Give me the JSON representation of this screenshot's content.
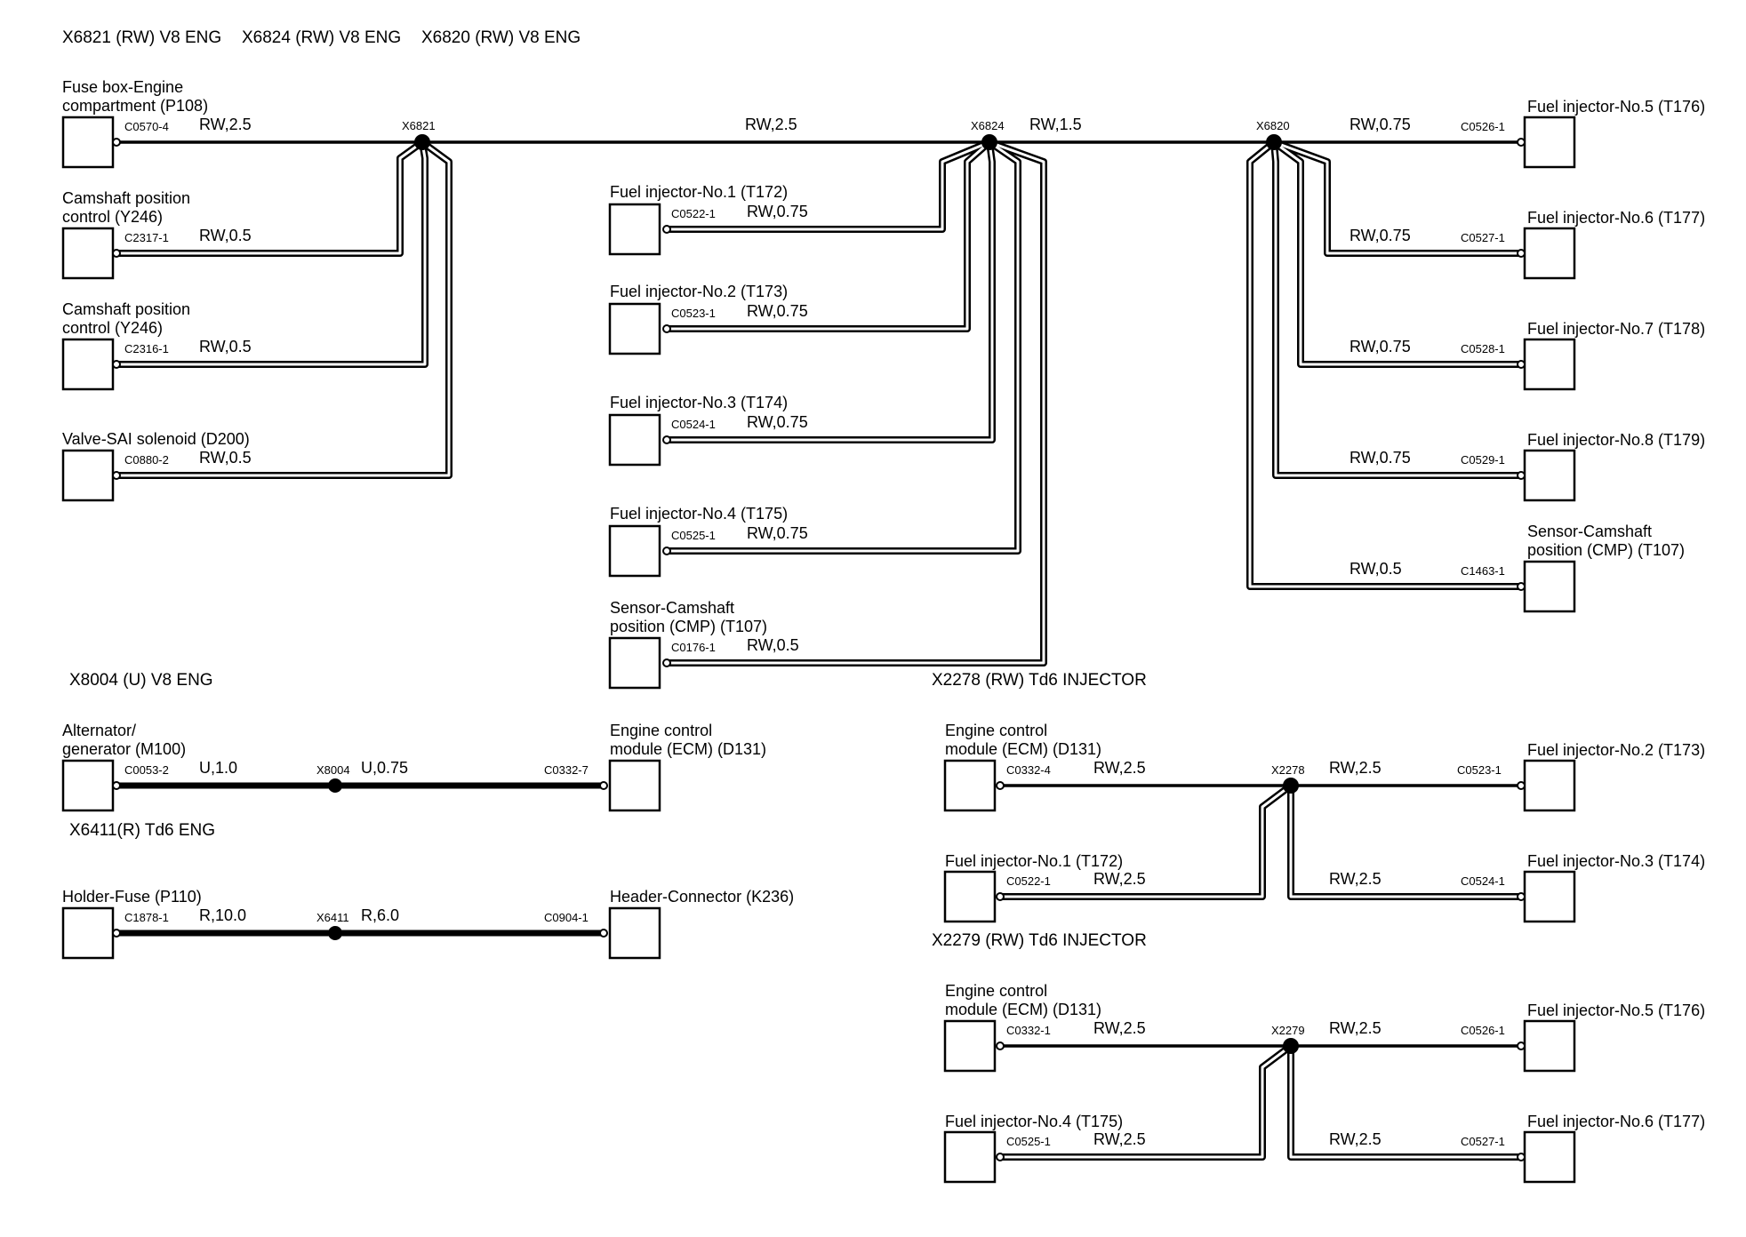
{
  "page": {
    "background": "#ffffff",
    "ink": "#000000"
  },
  "header": {
    "x6821": "X6821 (RW) V8 ENG",
    "x6824": "X6824 (RW) V8 ENG",
    "x6820": "X6820 (RW) V8 ENG"
  },
  "v8": {
    "fusebox": {
      "line1": "Fuse box-Engine",
      "line2": "compartment (P108)",
      "pin": "C0570-4",
      "wire": "RW,2.5"
    },
    "camY246a": {
      "line1": "Camshaft position",
      "line2": "control (Y246)",
      "pin": "C2317-1",
      "wire": "RW,0.5"
    },
    "camY246b": {
      "line1": "Camshaft position",
      "line2": "control (Y246)",
      "pin": "C2316-1",
      "wire": "RW,0.5"
    },
    "sai": {
      "line1": "Valve-SAI solenoid (D200)",
      "pin": "C0880-2",
      "wire": "RW,0.5"
    },
    "splices": {
      "x6821": "X6821",
      "x6824": "X6824",
      "x6820": "X6820"
    },
    "main_wire_a": "RW,2.5",
    "main_wire_b": "RW,1.5",
    "inj1": {
      "label": "Fuel injector-No.1 (T172)",
      "pin": "C0522-1",
      "wire": "RW,0.75"
    },
    "inj2": {
      "label": "Fuel injector-No.2 (T173)",
      "pin": "C0523-1",
      "wire": "RW,0.75"
    },
    "inj3": {
      "label": "Fuel injector-No.3 (T174)",
      "pin": "C0524-1",
      "wire": "RW,0.75"
    },
    "inj4": {
      "label": "Fuel injector-No.4 (T175)",
      "pin": "C0525-1",
      "wire": "RW,0.75"
    },
    "cmpMid": {
      "line1": "Sensor-Camshaft",
      "line2": "position (CMP) (T107)",
      "pin": "C0176-1",
      "wire": "RW,0.5"
    },
    "inj5": {
      "label": "Fuel injector-No.5 (T176)",
      "pin": "C0526-1",
      "wire": "RW,0.75"
    },
    "inj6": {
      "label": "Fuel injector-No.6 (T177)",
      "pin": "C0527-1",
      "wire": "RW,0.75"
    },
    "inj7": {
      "label": "Fuel injector-No.7 (T178)",
      "pin": "C0528-1",
      "wire": "RW,0.75"
    },
    "inj8": {
      "label": "Fuel injector-No.8 (T179)",
      "pin": "C0529-1",
      "wire": "RW,0.75"
    },
    "cmpRight": {
      "line1": "Sensor-Camshaft",
      "line2": "position (CMP) (T107)",
      "pin": "C1463-1",
      "wire": "RW,0.5"
    }
  },
  "x8004": {
    "title": "X8004 (U) V8 ENG",
    "alt": {
      "line1": "Alternator/",
      "line2": "generator (M100)",
      "pin": "C0053-2",
      "wire": "U,1.0"
    },
    "splice": "X8004",
    "wire2": "U,0.75",
    "ecm": {
      "line1": "Engine control",
      "line2": "module (ECM) (D131)",
      "pin": "C0332-7"
    }
  },
  "x6411": {
    "title": "X6411(R) Td6 ENG",
    "fuse": {
      "label": "Holder-Fuse (P110)",
      "pin": "C1878-1",
      "wire": "R,10.0"
    },
    "splice": "X6411",
    "wire2": "R,6.0",
    "header": {
      "label": "Header-Connector (K236)",
      "pin": "C0904-1"
    }
  },
  "x2278": {
    "title": "X2278 (RW) Td6 INJECTOR",
    "ecm": {
      "line1": "Engine control",
      "line2": "module (ECM) (D131)",
      "pin": "C0332-4",
      "wire": "RW,2.5"
    },
    "inj1": {
      "label": "Fuel injector-No.1 (T172)",
      "pin": "C0522-1",
      "wire": "RW,2.5"
    },
    "splice": "X2278",
    "inj2": {
      "label": "Fuel injector-No.2 (T173)",
      "pin": "C0523-1",
      "wire": "RW,2.5"
    },
    "inj3": {
      "label": "Fuel injector-No.3 (T174)",
      "pin": "C0524-1",
      "wire": "RW,2.5"
    }
  },
  "x2279": {
    "title": "X2279 (RW) Td6 INJECTOR",
    "ecm": {
      "line1": "Engine control",
      "line2": "module (ECM) (D131)",
      "pin": "C0332-1",
      "wire": "RW,2.5"
    },
    "inj4": {
      "label": "Fuel injector-No.4 (T175)",
      "pin": "C0525-1",
      "wire": "RW,2.5"
    },
    "splice": "X2279",
    "inj5": {
      "label": "Fuel injector-No.5 (T176)",
      "pin": "C0526-1",
      "wire": "RW,2.5"
    },
    "inj6": {
      "label": "Fuel injector-No.6 (T177)",
      "pin": "C0527-1",
      "wire": "RW,2.5"
    }
  }
}
